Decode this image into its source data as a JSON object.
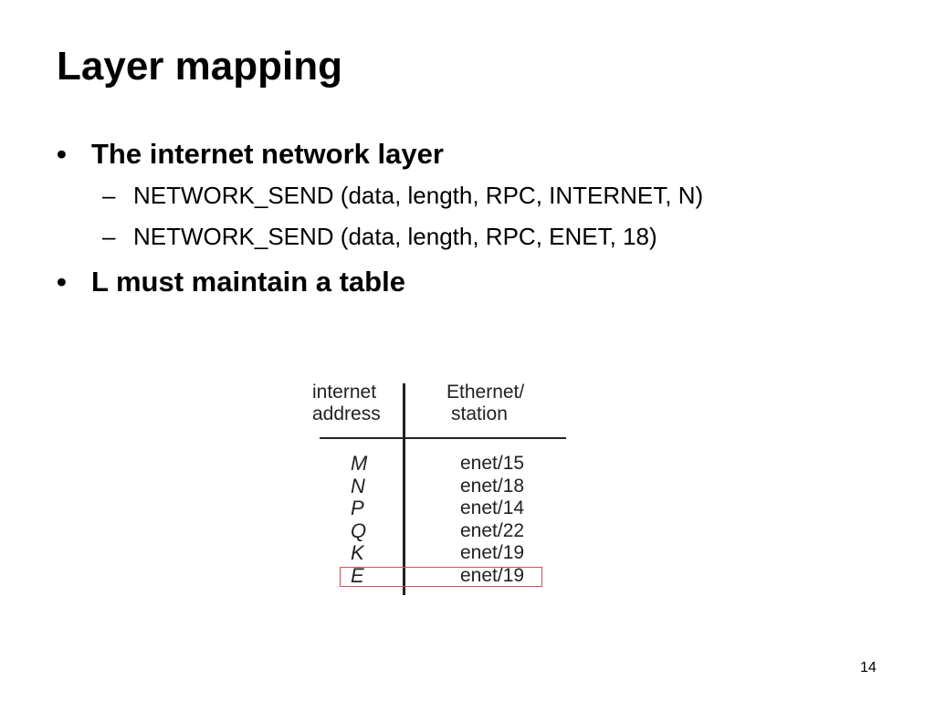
{
  "slide": {
    "title": "Layer mapping",
    "page_number": "14"
  },
  "bullets": [
    {
      "text": "The internet network layer",
      "sub": [
        "NETWORK_SEND (data, length, RPC, INTERNET, N)",
        "NETWORK_SEND (data, length, RPC, ENET, 18)"
      ]
    },
    {
      "text": "L must maintain a table"
    }
  ],
  "symbols": {
    "bullet": "•",
    "dash": "–"
  },
  "table": {
    "col_left_header": [
      "internet",
      "address"
    ],
    "col_right_header": [
      "Ethernet/",
      "station"
    ],
    "rows": [
      {
        "address": "M",
        "station": "enet/15"
      },
      {
        "address": "N",
        "station": "enet/18"
      },
      {
        "address": "P",
        "station": "enet/14"
      },
      {
        "address": "Q",
        "station": "enet/22"
      },
      {
        "address": "K",
        "station": "enet/19"
      },
      {
        "address": "E",
        "station": "enet/19"
      }
    ],
    "highlight_color": "#d0525a"
  }
}
